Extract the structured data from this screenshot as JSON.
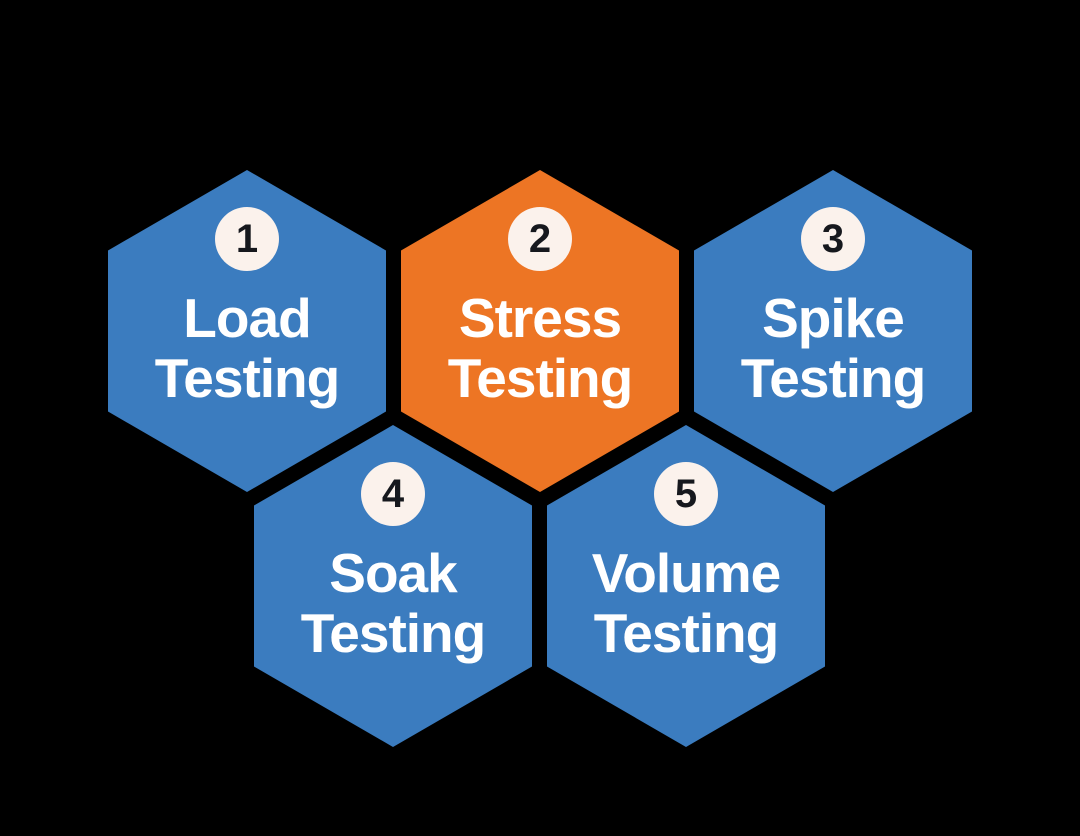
{
  "background_color": "#000000",
  "diagram": {
    "badge_bg": "#FBF2EC",
    "badge_text_color": "#16181D",
    "label_color": "#FFFFFF",
    "items": [
      {
        "number": "1",
        "line1": "Load",
        "line2": "Testing",
        "color": "#3B7CBF"
      },
      {
        "number": "2",
        "line1": "Stress",
        "line2": "Testing",
        "color": "#ED7524"
      },
      {
        "number": "3",
        "line1": "Spike",
        "line2": "Testing",
        "color": "#3B7CBF"
      },
      {
        "number": "4",
        "line1": "Soak",
        "line2": "Testing",
        "color": "#3B7CBF"
      },
      {
        "number": "5",
        "line1": "Volume",
        "line2": "Testing",
        "color": "#3B7CBF"
      }
    ]
  }
}
